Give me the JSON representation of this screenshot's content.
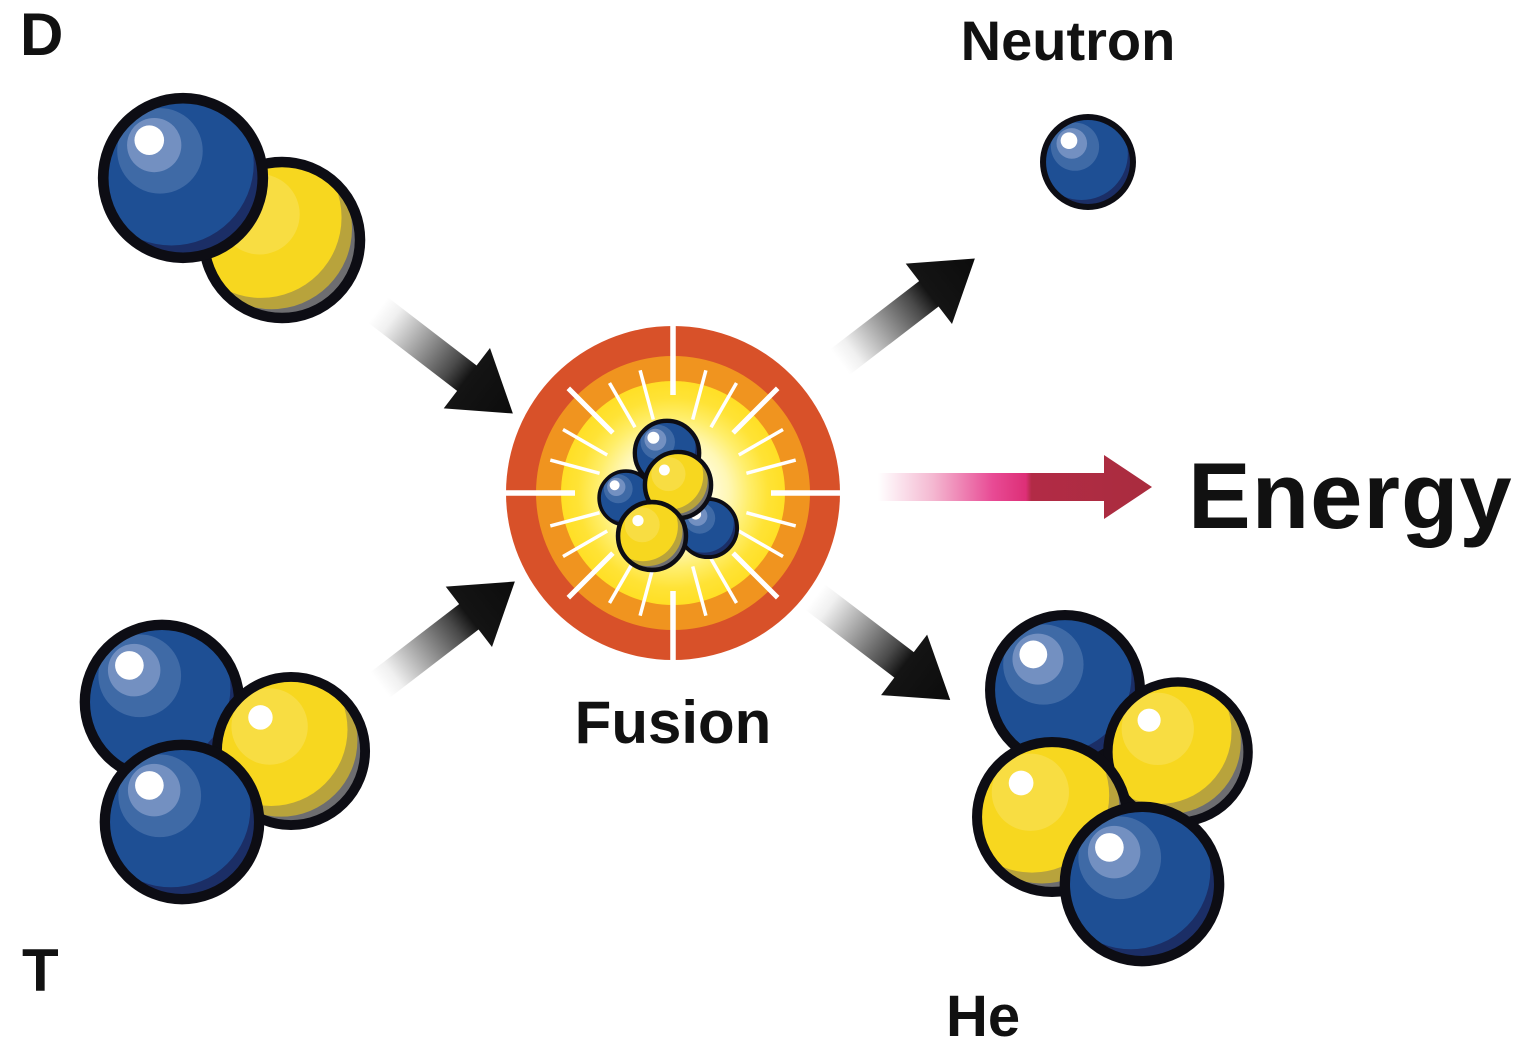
{
  "background": "#ffffff",
  "labels": {
    "deuterium": "D",
    "tritium": "T",
    "neutron": "Neutron",
    "helium": "He",
    "fusion": "Fusion",
    "energy": "Energy"
  },
  "colors": {
    "proton_sphere_yellow": "#f7d71f",
    "neutron_sphere_blue": "#1e4f94",
    "sphere_outline": "#0d0d14",
    "burst_outer_ring": "#d85129",
    "burst_middle_ring": "#f0941f",
    "burst_inner_yellow": "#ffdf25",
    "burst_center": "#ffffff",
    "black_arrow_head": "#111111",
    "energy_arrow_magenta": "#e0307f",
    "energy_arrow_dark_red": "#ad2c40",
    "label_text": "#111111"
  },
  "nuclei": {
    "deuterium": {
      "protons": 1,
      "neutrons": 1
    },
    "tritium": {
      "protons": 1,
      "neutrons": 2
    },
    "helium": {
      "protons": 2,
      "neutrons": 2
    },
    "fusion_core": {
      "protons": 2,
      "neutrons": 3
    },
    "free_neutron": {
      "count": 1
    }
  }
}
